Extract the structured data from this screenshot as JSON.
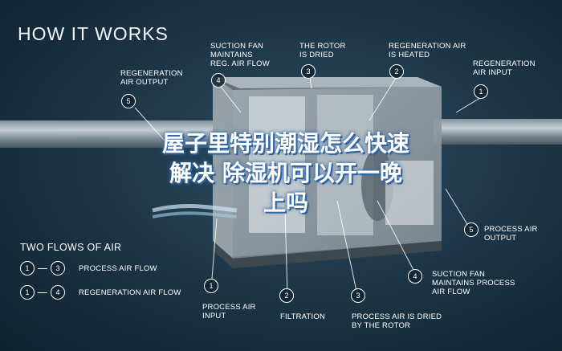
{
  "title": "HOW IT WORKS",
  "callouts": [
    {
      "id": "regen-output",
      "num": "5",
      "label": [
        "REGENERATION",
        "AIR OUTPUT"
      ]
    },
    {
      "id": "suction-fan-regen",
      "num": "4",
      "label": [
        "SUCTION FAN",
        "MAINTAINS",
        "REG. AIR FLOW"
      ]
    },
    {
      "id": "rotor-dried",
      "num": "3",
      "label": [
        "THE ROTOR",
        "IS DRIED"
      ]
    },
    {
      "id": "regen-heated",
      "num": "2",
      "label": [
        "REGENERATION AIR",
        "IS HEATED"
      ]
    },
    {
      "id": "regen-input",
      "num": "1",
      "label": [
        "REGENERATION",
        "AIR INPUT"
      ]
    },
    {
      "id": "process-output",
      "num": "5",
      "label": [
        "PROCESS AIR",
        "OUTPUT"
      ]
    },
    {
      "id": "suction-fan-process",
      "num": "4",
      "label": [
        "SUCTION FAN",
        "MAINTAINS PROCESS",
        "AIR FLOW"
      ]
    },
    {
      "id": "process-input",
      "num": "1",
      "label": [
        "PROCESS AIR",
        "INPUT"
      ]
    },
    {
      "id": "filtration",
      "num": "2",
      "label": [
        "FILTRATION"
      ]
    },
    {
      "id": "process-dried",
      "num": "3",
      "label": [
        "PROCESS AIR IS DRIED",
        "BY THE ROTOR"
      ]
    }
  ],
  "overlay_text": [
    "屋子里特别潮湿怎么快速",
    "解决 除湿机可以开一晚",
    "上吗"
  ],
  "flows": {
    "title": "TWO FLOWS OF AIR",
    "rows": [
      {
        "from": "1",
        "to": "3",
        "label": "PROCESS AIR FLOW"
      },
      {
        "from": "1",
        "to": "4",
        "label": "REGENERATION AIR FLOW"
      }
    ]
  }
}
